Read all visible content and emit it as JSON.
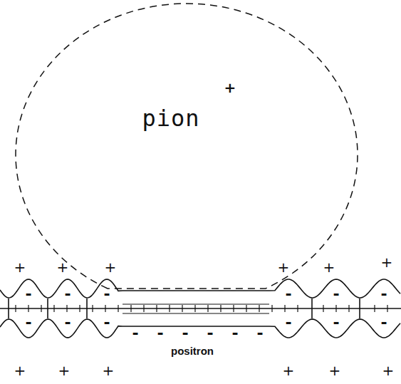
{
  "diagram": {
    "nodes": [
      {
        "text": [
          "pion",
          "+"
        ]
      },
      {
        "text": [
          "positron"
        ]
      }
    ],
    "labels": [
      "+",
      "+",
      "+",
      "+",
      "+",
      "+",
      "-",
      "-",
      "-",
      "-",
      "-",
      "-",
      "-",
      "-",
      "-",
      "-",
      "-",
      "-",
      "-",
      "-",
      "-",
      "-",
      "-",
      "-",
      "+",
      "+",
      "+",
      "+",
      "+",
      "+"
    ]
  }
}
